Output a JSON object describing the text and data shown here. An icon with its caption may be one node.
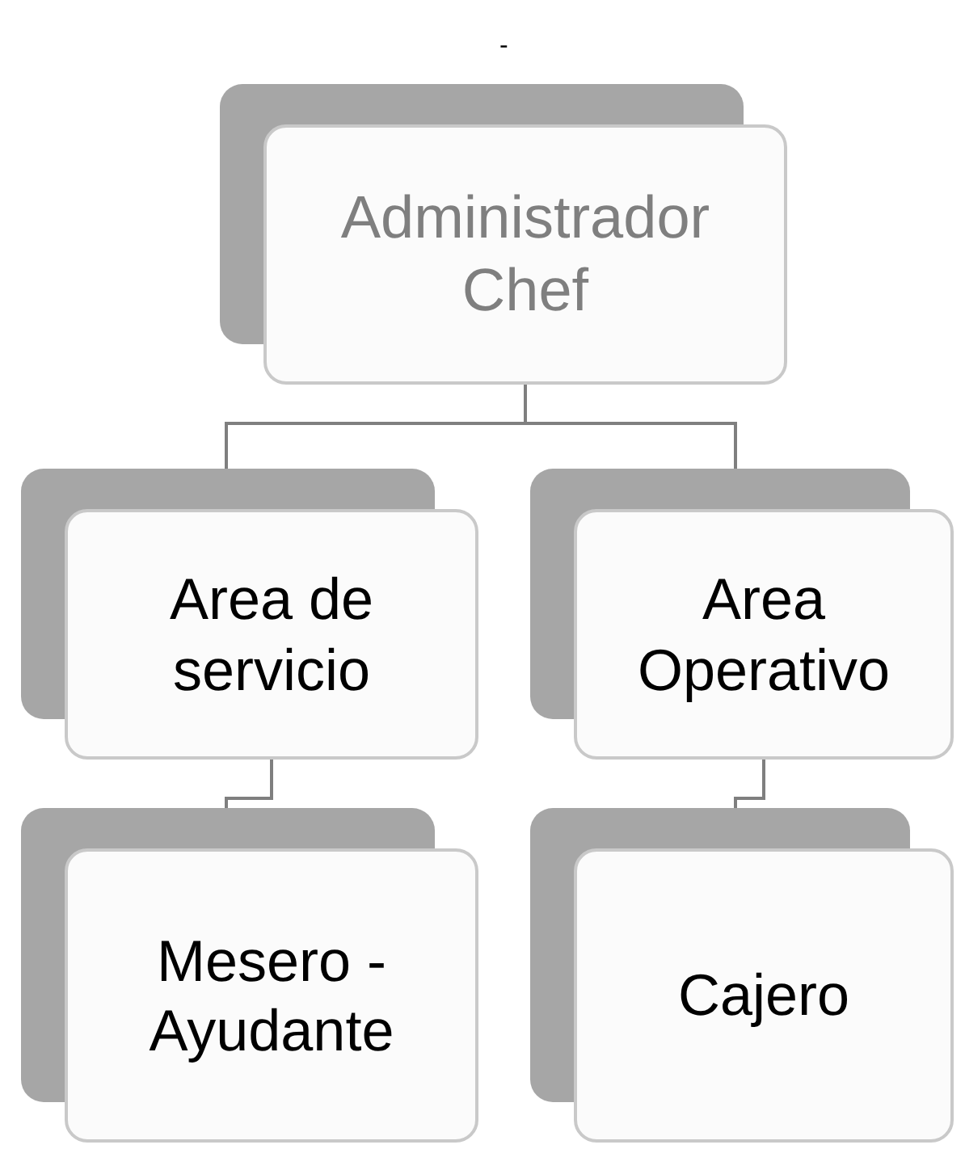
{
  "diagram": {
    "nodes": [
      {
        "text": [
          "Administrador Chef"
        ]
      },
      {
        "text": [
          "Area de servicio"
        ]
      },
      {
        "text": [
          "Area Operativo"
        ]
      },
      {
        "text": [
          "Mesero - Ayudante"
        ]
      },
      {
        "text": [
          "Cajero"
        ]
      }
    ],
    "edges": [
      {
        "from": 0,
        "to": 1,
        "arrow": "none"
      },
      {
        "from": 0,
        "to": 2,
        "arrow": "none"
      },
      {
        "from": 1,
        "to": 3,
        "arrow": "none"
      },
      {
        "from": 2,
        "to": 4,
        "arrow": "none"
      }
    ],
    "labels": [
      "-"
    ]
  }
}
